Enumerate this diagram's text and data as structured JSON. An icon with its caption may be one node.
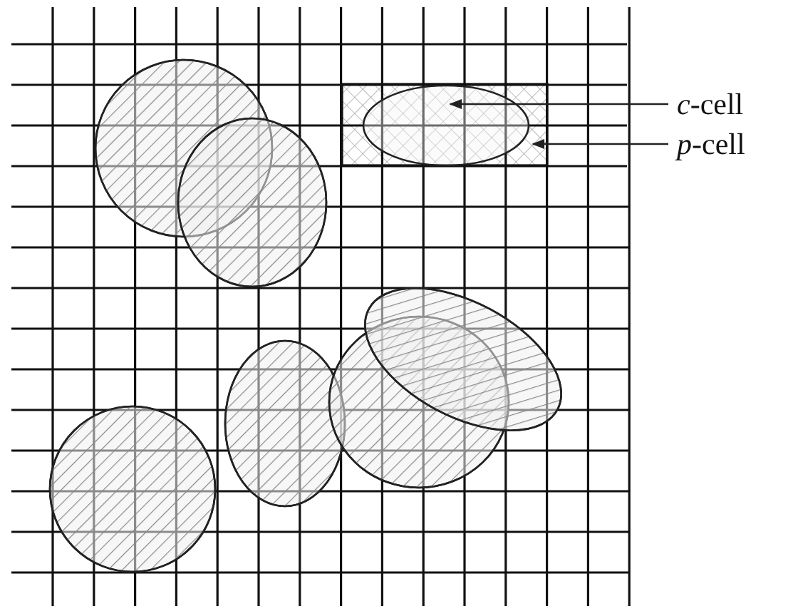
{
  "diagram": {
    "nodes": [
      {
        "text": [
          "*c*-cell"
        ]
      },
      {
        "text": [
          "*p*-cell"
        ]
      }
    ],
    "edges": [
      {
        "from": 0,
        "to": null,
        "arrow": "to"
      },
      {
        "from": 1,
        "to": null,
        "arrow": "to"
      }
    ]
  }
}
